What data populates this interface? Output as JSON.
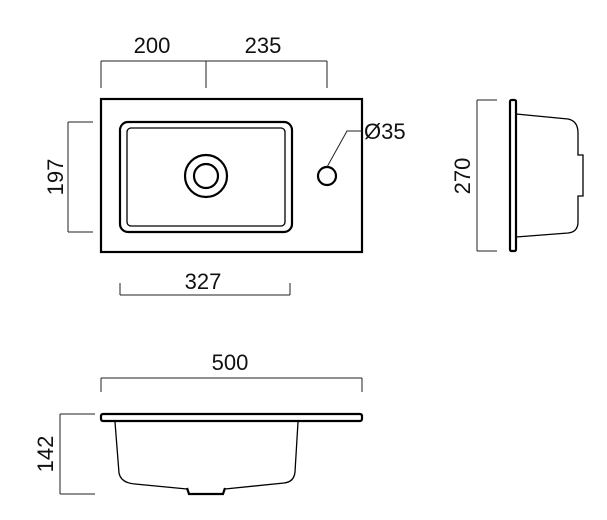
{
  "top_view": {
    "dim_left_segment": "200",
    "dim_right_segment": "235",
    "dim_basin_depth": "197",
    "dim_basin_width": "327",
    "tap_hole_diameter": "Ø35"
  },
  "side_view": {
    "dim_depth": "270"
  },
  "front_view": {
    "dim_width": "500",
    "dim_height": "142"
  }
}
